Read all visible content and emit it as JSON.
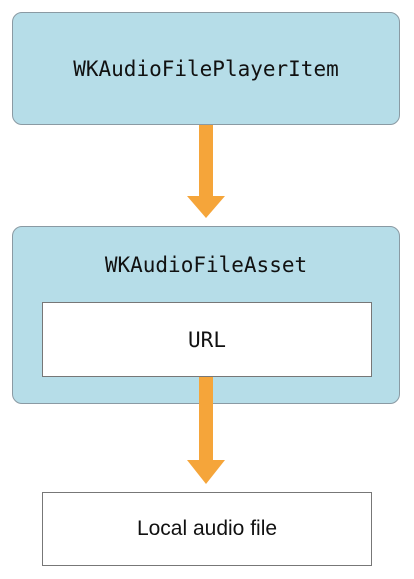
{
  "nodes": {
    "player_item": "WKAudioFilePlayerItem",
    "file_asset": "WKAudioFileAsset",
    "url": "URL",
    "local_file": "Local audio file"
  },
  "colors": {
    "box_fill": "#b6dde8",
    "arrow": "#f5a53a"
  },
  "edges": [
    {
      "from": "WKAudioFilePlayerItem",
      "to": "WKAudioFileAsset"
    },
    {
      "from": "URL",
      "to": "Local audio file"
    }
  ]
}
